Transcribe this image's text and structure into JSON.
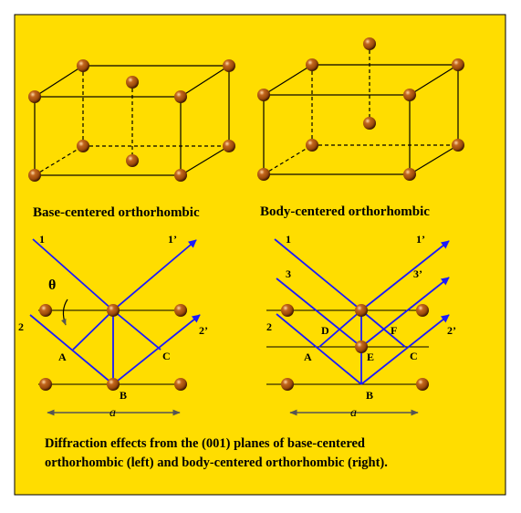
{
  "colors": {
    "background": "#ffffff",
    "panel": "#ffdd00",
    "frame": "#000000",
    "ray": "#1a1aff",
    "atom_main": "#9b4a0a",
    "atom_dark": "#3a1400",
    "atom_highlight": "#ffd9a8"
  },
  "icons": {
    "atom": "sphere-icon",
    "ray_head": "arrowhead-icon",
    "angle_marker": "arc-arrow-icon"
  },
  "labels": {
    "base_centered_title": "Base-centered orthorhombic",
    "body_centered_title": "Body-centered orthorhombic",
    "caption_line1": "Diffraction effects from the (001) planes of base-centered",
    "caption_line2": "orthorhombic (left) and body-centered orthorhombic (right)."
  },
  "left_diagram": {
    "theta": "θ",
    "ray_in_1": "1",
    "ray_out_1": "1’",
    "ray_in_2": "2",
    "ray_out_2": "2’",
    "point_a": "A",
    "point_b": "B",
    "point_c": "C",
    "spacing": "a"
  },
  "right_diagram": {
    "ray_in_1": "1",
    "ray_out_1": "1’",
    "ray_in_3": "3",
    "ray_out_3": "3’",
    "ray_in_2": "2",
    "ray_out_2": "2’",
    "point_a": "A",
    "point_b": "B",
    "point_c": "C",
    "point_d": "D",
    "point_e": "E",
    "point_f": "F",
    "spacing": "a"
  }
}
